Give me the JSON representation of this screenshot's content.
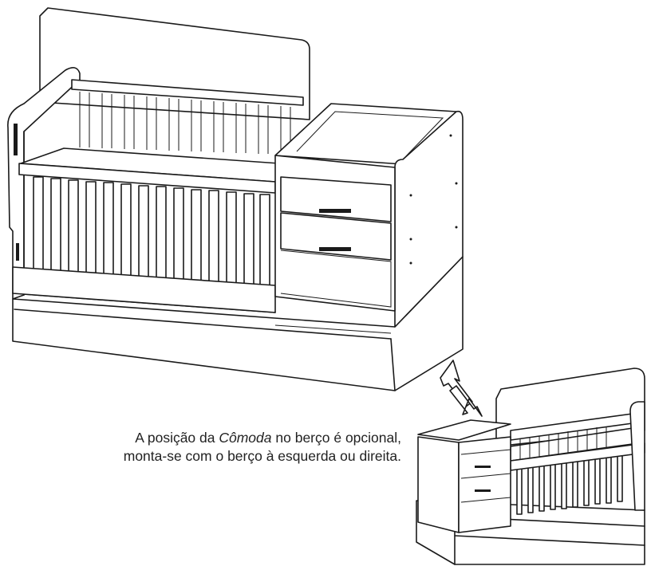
{
  "note": {
    "prefix": "A posição da ",
    "emphasis": "Cômoda",
    "suffix": " no berço é opcional, monta-se com o berço à esquerda ou direita."
  },
  "colors": {
    "line": "#1a1a1a",
    "text": "#222222",
    "background": "#ffffff"
  },
  "icons": {
    "swap_arrow": "double-arrow-icon"
  }
}
